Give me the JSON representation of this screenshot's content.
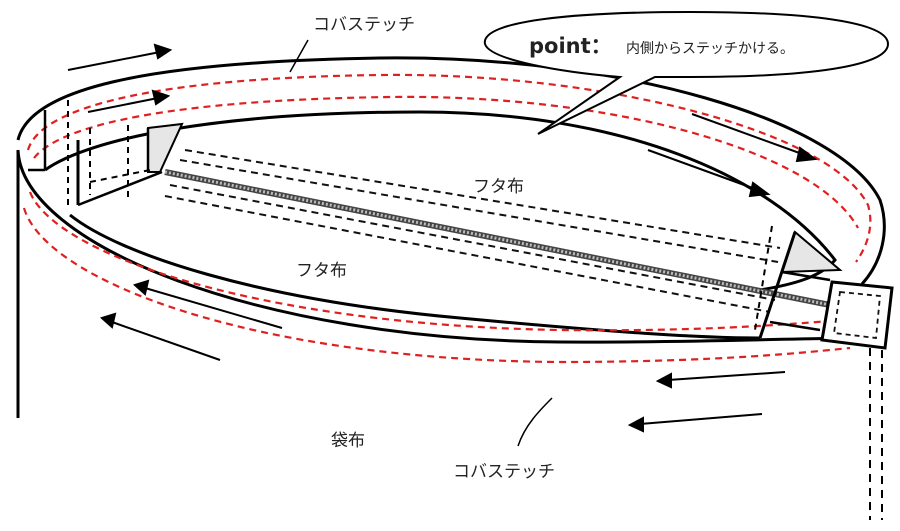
{
  "labels": {
    "top_stitch_top": "コバステッチ",
    "top_stitch_bottom": "コバステッチ",
    "lid_right": "フタ布",
    "lid_left": "フタ布",
    "bag_body": "袋布"
  },
  "callout": {
    "point_word": "point：",
    "point_text": "内側からステッチかける。"
  },
  "colors": {
    "outline": "#000000",
    "stitch_red": "#e02020",
    "stitch_black": "#111111",
    "zipper": "#7a7a7a",
    "shade": "#e6e6e6"
  }
}
